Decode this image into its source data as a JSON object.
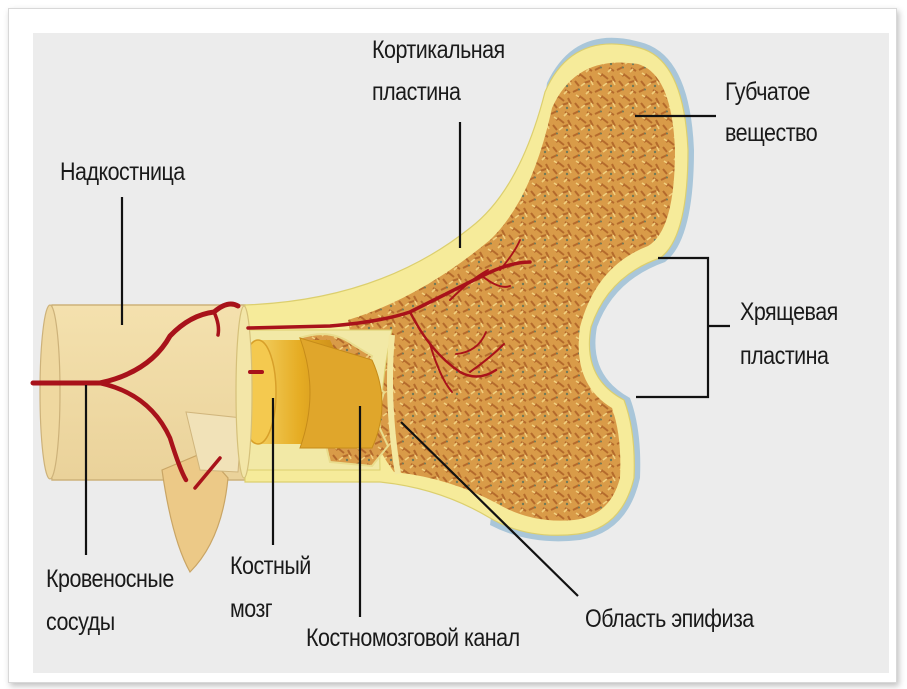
{
  "labels": {
    "cortical_plate_1": "Кортикальная",
    "cortical_plate_2": "пластина",
    "spongy_1": "Губчатое",
    "spongy_2": "вещество",
    "periosteum": "Надкостница",
    "cartilage_1": "Хрящевая",
    "cartilage_2": "пластина",
    "vessels_1": "Кровеносные",
    "vessels_2": "сосуды",
    "marrow_1": "Костный",
    "marrow_2": "мозг",
    "canal": "Костномозговой канал",
    "epiphysis": "Область эпифиза"
  },
  "colors": {
    "background": "#ececec",
    "periosteum": "#f2dfa9",
    "cortical": "#f6eb9a",
    "spongy": "#d79a47",
    "spongy_dark": "#a0602a",
    "marrow": "#e8b535",
    "cartilage": "#a9c6d9",
    "vessel": "#a8121a",
    "leader": "#111111"
  }
}
